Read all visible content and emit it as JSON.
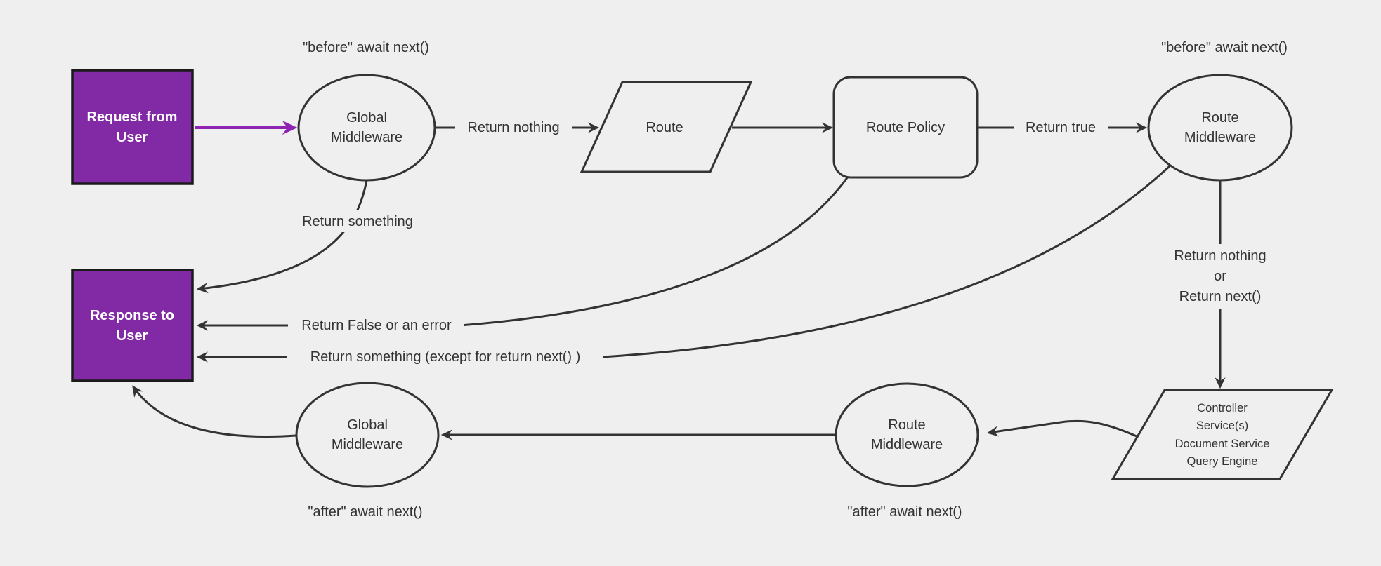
{
  "colors": {
    "background": "#efefef",
    "shape_fill": "#efefef",
    "stroke": "#333333",
    "box_fill": "#822AA5",
    "box_stroke": "#1a1a1a",
    "box_text": "#ffffff",
    "purple_arrow": "#8E23B4",
    "label_text": "#333333"
  },
  "nodes": {
    "request_box": {
      "lines": [
        "Request from",
        "User"
      ]
    },
    "response_box": {
      "lines": [
        "Response to",
        "User"
      ]
    },
    "global_middleware_top": {
      "lines": [
        "Global",
        "Middleware"
      ]
    },
    "route": {
      "label": "Route"
    },
    "route_policy": {
      "label": "Route Policy"
    },
    "route_middleware_top": {
      "lines": [
        "Route",
        "Middleware"
      ]
    },
    "controller": {
      "lines": [
        "Controller",
        "Service(s)",
        "Document Service",
        "Query Engine"
      ]
    },
    "route_middleware_bottom": {
      "lines": [
        "Route",
        "Middleware"
      ]
    },
    "global_middleware_bottom": {
      "lines": [
        "Global",
        "Middleware"
      ]
    }
  },
  "edge_labels": {
    "before_left": "\"before\" await next()",
    "before_right": "\"before\" await next()",
    "after_left": "\"after\" await next()",
    "after_middle": "\"after\" await next()",
    "return_nothing": "Return nothing",
    "return_true": "Return true",
    "return_something": "Return something",
    "return_false": "Return False or an error",
    "return_something_except": "Return something (except for return next() )",
    "return_nothing_or": [
      "Return nothing",
      "or",
      "Return next()"
    ]
  }
}
